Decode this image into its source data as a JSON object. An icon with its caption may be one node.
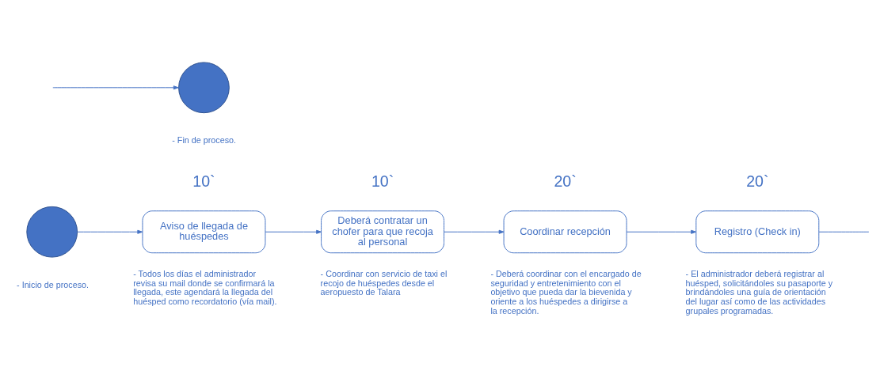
{
  "diagram": {
    "nodes": [
      {
        "text": [],
        "shape": "circle",
        "beside": [
          "- Inicio de proceso."
        ]
      },
      {
        "text": [
          "Aviso de llegada de huéspedes"
        ],
        "beside": [
          "10`",
          "- Todos los días el administrador revisa su mail donde se confirmará la llegada, este agendará la llegada del huésped como recordatorio (vía mail)."
        ]
      },
      {
        "text": [
          "Deberá contratar un chofer para que recoja al personal"
        ],
        "beside": [
          "10`",
          "- Coordinar con servicio de taxi el recojo de huéspedes desde el aeropuesto de Talara"
        ]
      },
      {
        "text": [
          "Coordinar recepción"
        ],
        "beside": [
          "20`",
          "- Deberá coordinar con el encargado de seguridad y entretenimiento con el objetivo que pueda dar la bievenida y oriente a los huéspedes a dirigirse a la recepción."
        ]
      },
      {
        "text": [
          "Registro (Check in)"
        ],
        "beside": [
          "20`",
          "- El administrador deberá registrar al huésped, solicitándoles su pasaporte y brindándoles una guía de orientación del lugar así como de las actividades grupales programadas."
        ]
      },
      {
        "text": [],
        "shape": "circle",
        "beside": [
          "- Fin de proceso."
        ]
      }
    ],
    "edges": [
      {
        "from": 0,
        "to": 1,
        "arrow": "to"
      },
      {
        "from": 1,
        "to": 2,
        "arrow": "to"
      },
      {
        "from": 2,
        "to": 3,
        "arrow": "to"
      },
      {
        "from": 3,
        "to": 4,
        "arrow": "to"
      },
      {
        "from": 4,
        "to": null,
        "arrow": "none"
      },
      {
        "from": null,
        "to": 5,
        "arrow": "to"
      }
    ]
  }
}
